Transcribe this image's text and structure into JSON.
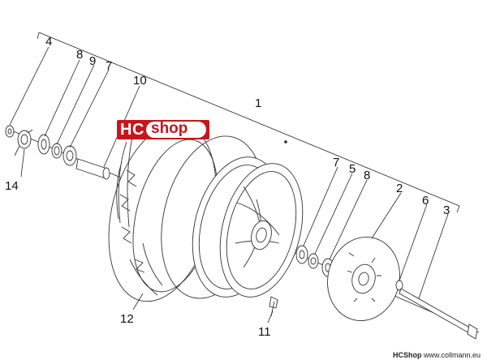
{
  "labels": {
    "l1": "1",
    "l2": "2",
    "l3": "3",
    "l4": "4",
    "l5": "5",
    "l6": "6",
    "l7a": "7",
    "l7b": "7",
    "l8a": "8",
    "l8b": "8",
    "l9": "9",
    "l10": "10",
    "l11": "11",
    "l12": "12",
    "l14": "14"
  },
  "logo": {
    "left_text": "HC",
    "right_text": "shop"
  },
  "footer": {
    "brand": "HCShop",
    "url": "www.collmann.eu"
  },
  "colors": {
    "logo_red": "#c8151b",
    "line": "#222222"
  }
}
